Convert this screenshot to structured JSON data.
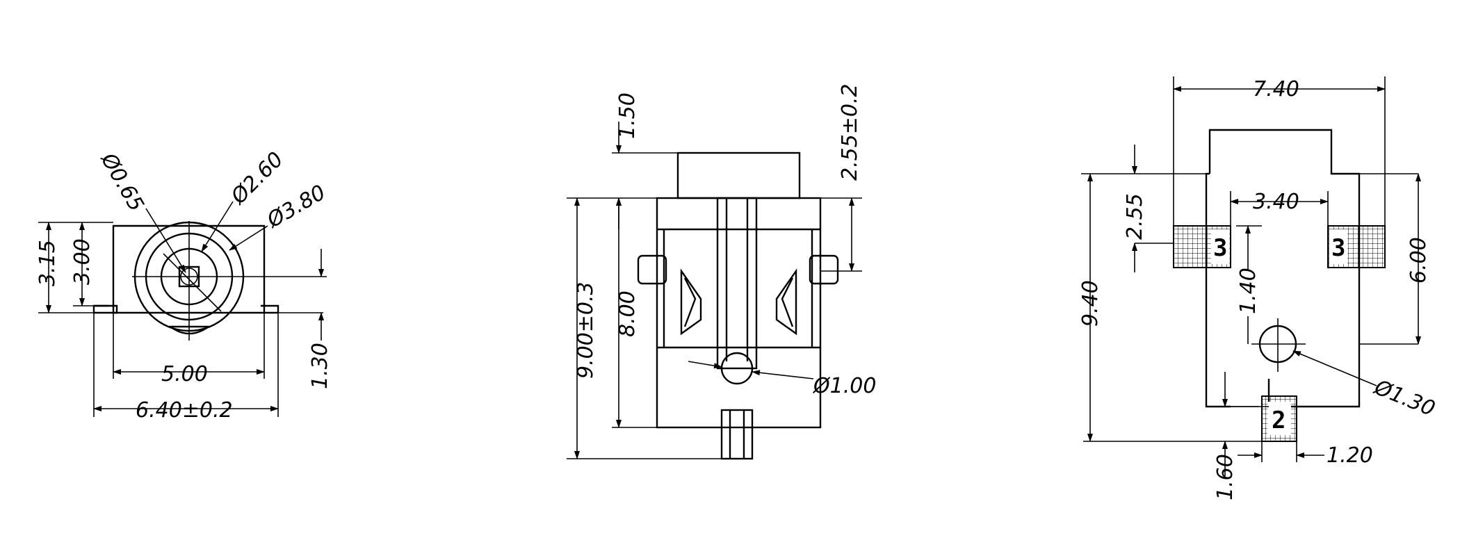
{
  "front_view": {
    "dia_pin": "Ø0.65",
    "dia_inner": "Ø2.60",
    "dia_outer": "Ø3.80",
    "height_315": "3.15",
    "height_300": "3.00",
    "height_130": "1.30",
    "width_500": "5.00",
    "width_640": "6.40±0.2"
  },
  "side_view": {
    "top_150": "1.50",
    "top_255": "2.55±0.2",
    "len_800": "8.00",
    "len_900": "9.00±0.3",
    "dia_100": "Ø1.00"
  },
  "footprint": {
    "w_740": "7.40",
    "w_340": "3.40",
    "h_255": "2.55",
    "h_600": "6.00",
    "h_940": "9.40",
    "h_140": "1.40",
    "h_160": "1.60",
    "w_120": "1.20",
    "dia_130": "Ø1.30",
    "pad_3_left": "3",
    "pad_3_right": "3",
    "pad_2": "2"
  }
}
